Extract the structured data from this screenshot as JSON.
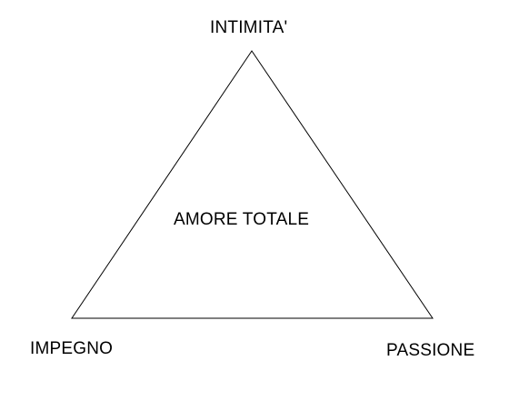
{
  "diagram": {
    "vertices": {
      "top": "INTIMITA'",
      "left": "IMPEGNO",
      "right": "PASSIONE"
    },
    "center_label": "AMORE TOTALE"
  }
}
